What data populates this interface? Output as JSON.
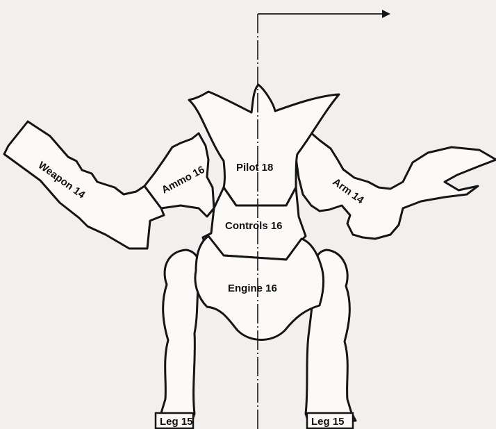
{
  "parts": {
    "pilot": "Pilot 18",
    "controls": "Controls 16",
    "engine": "Engine 16",
    "ammo": "Ammo 16",
    "weapon": "Weapon 14",
    "arm": "Arm 14",
    "leg_left": "Leg 15",
    "leg_right": "Leg 15"
  },
  "colors": {
    "paper": "#f2f0ee",
    "outline": "#151515",
    "fill": "#fbfaf8"
  }
}
